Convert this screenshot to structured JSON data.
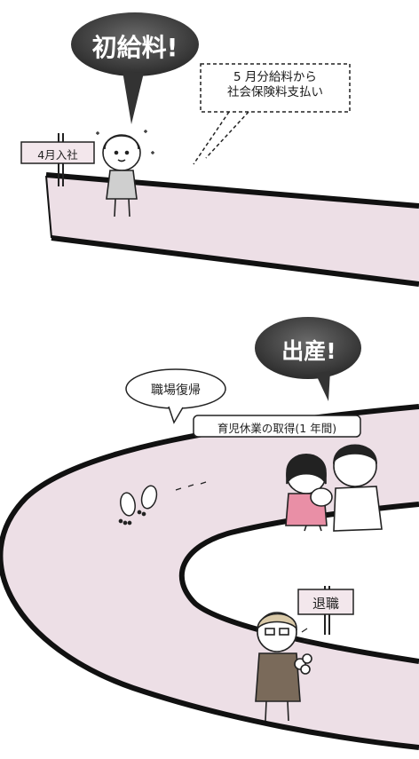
{
  "speech": {
    "first_salary": "初給料!",
    "birth": "出産!"
  },
  "notes": {
    "insurance_line1": "5 月分給料から",
    "insurance_line2": "社会保険料支払い",
    "return_to_work": "職場復帰",
    "parental_leave": "育児休業の取得(1 年間)"
  },
  "signs": {
    "april_joining": "4月入社",
    "retirement": "退職"
  },
  "colors": {
    "road_fill": "#eddfe6",
    "road_edge": "#111111",
    "bubble": "#3a3a3a"
  }
}
